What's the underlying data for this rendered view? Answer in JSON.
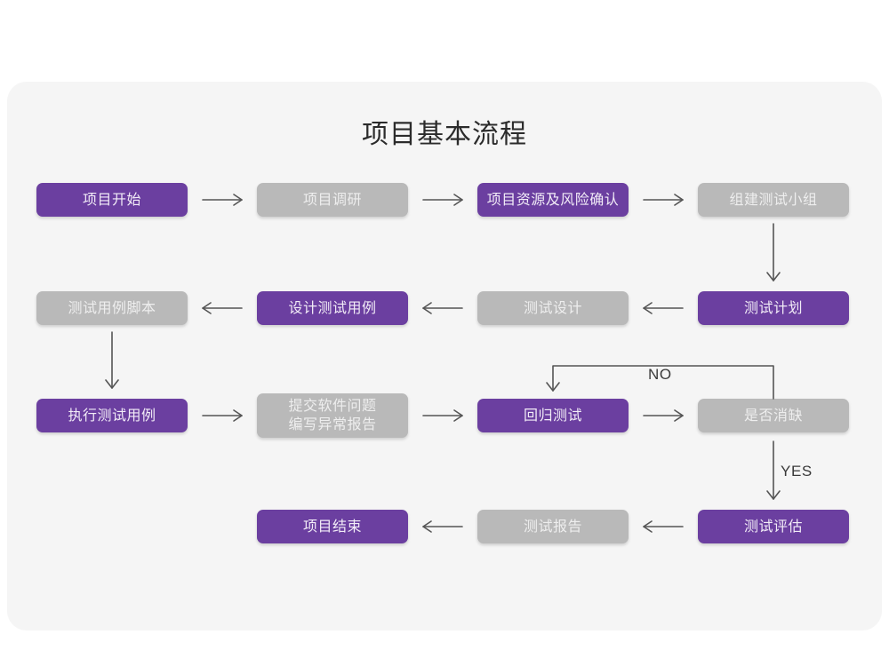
{
  "diagram": {
    "title": "项目基本流程",
    "colors": {
      "background": "#ffffff",
      "card": "#f5f5f5",
      "purple": "#6b3fa0",
      "purple_text": "#f2ecf7",
      "gray": "#b9b9b9",
      "gray_text": "#eeeeee",
      "arrow": "#555555",
      "title_text": "#2b2b2b"
    },
    "nodes": [
      {
        "id": "n1",
        "label": "项目开始",
        "style": "purple",
        "row": 1,
        "col": 1
      },
      {
        "id": "n2",
        "label": "项目调研",
        "style": "gray",
        "row": 1,
        "col": 2
      },
      {
        "id": "n3",
        "label": "项目资源及风险确认",
        "style": "purple",
        "row": 1,
        "col": 3
      },
      {
        "id": "n4",
        "label": "组建测试小组",
        "style": "gray",
        "row": 1,
        "col": 4
      },
      {
        "id": "n5",
        "label": "测试用例脚本",
        "style": "gray",
        "row": 2,
        "col": 1
      },
      {
        "id": "n6",
        "label": "设计测试用例",
        "style": "purple",
        "row": 2,
        "col": 2
      },
      {
        "id": "n7",
        "label": "测试设计",
        "style": "gray",
        "row": 2,
        "col": 3
      },
      {
        "id": "n8",
        "label": "测试计划",
        "style": "purple",
        "row": 2,
        "col": 4
      },
      {
        "id": "n9",
        "label": "执行测试用例",
        "style": "purple",
        "row": 3,
        "col": 1
      },
      {
        "id": "n10",
        "label": "提交软件问题\n编写异常报告",
        "style": "gray",
        "row": 3,
        "col": 2
      },
      {
        "id": "n11",
        "label": "回归测试",
        "style": "purple",
        "row": 3,
        "col": 3
      },
      {
        "id": "n12",
        "label": "是否消缺",
        "style": "gray",
        "row": 3,
        "col": 4
      },
      {
        "id": "n13",
        "label": "项目结束",
        "style": "purple",
        "row": 4,
        "col": 2
      },
      {
        "id": "n14",
        "label": "测试报告",
        "style": "gray",
        "row": 4,
        "col": 3
      },
      {
        "id": "n15",
        "label": "测试评估",
        "style": "purple",
        "row": 4,
        "col": 4
      }
    ],
    "edge_labels": {
      "no": "NO",
      "yes": "YES"
    },
    "edges": [
      {
        "from": "n1",
        "to": "n2",
        "direction": "right"
      },
      {
        "from": "n2",
        "to": "n3",
        "direction": "right"
      },
      {
        "from": "n3",
        "to": "n4",
        "direction": "right"
      },
      {
        "from": "n4",
        "to": "n8",
        "direction": "down"
      },
      {
        "from": "n8",
        "to": "n7",
        "direction": "left"
      },
      {
        "from": "n7",
        "to": "n6",
        "direction": "left"
      },
      {
        "from": "n6",
        "to": "n5",
        "direction": "left"
      },
      {
        "from": "n5",
        "to": "n9",
        "direction": "down"
      },
      {
        "from": "n9",
        "to": "n10",
        "direction": "right"
      },
      {
        "from": "n10",
        "to": "n11",
        "direction": "right"
      },
      {
        "from": "n11",
        "to": "n12",
        "direction": "right"
      },
      {
        "from": "n12",
        "to": "n11",
        "direction": "loop-up-left",
        "label": "NO"
      },
      {
        "from": "n12",
        "to": "n15",
        "direction": "down",
        "label": "YES"
      },
      {
        "from": "n15",
        "to": "n14",
        "direction": "left"
      },
      {
        "from": "n14",
        "to": "n13",
        "direction": "left"
      }
    ]
  }
}
